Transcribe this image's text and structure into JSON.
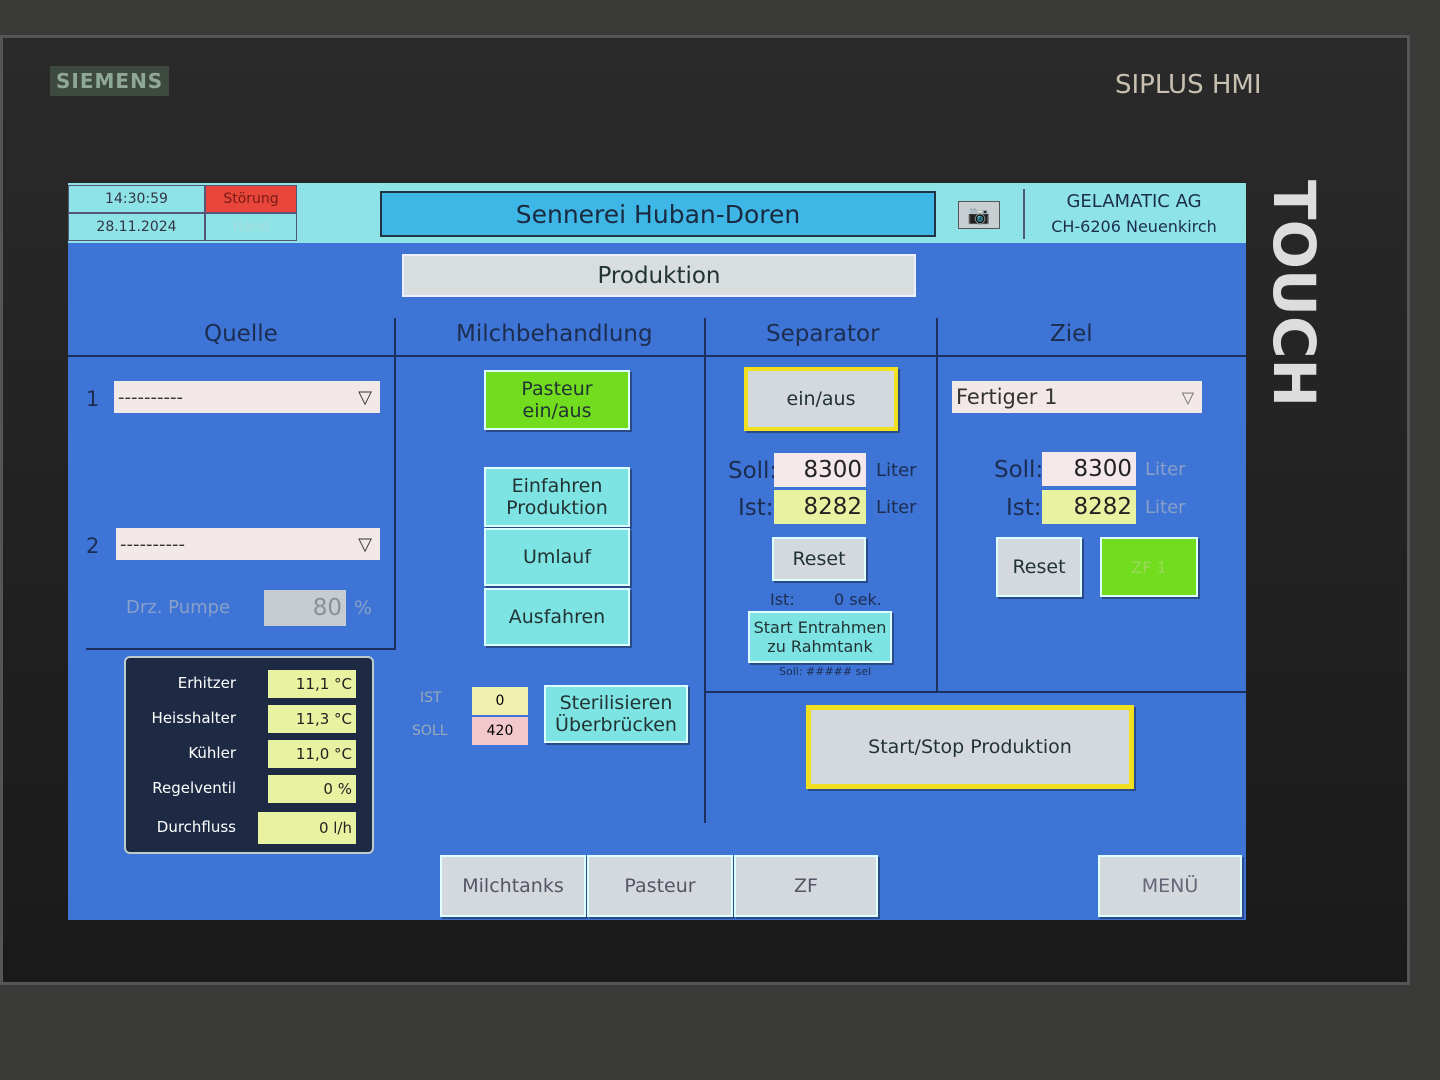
{
  "device": {
    "brand": "SIEMENS",
    "model": "SIPLUS HMI",
    "touch": "TOUCH"
  },
  "header": {
    "time": "14:30:59",
    "date": "28.11.2024",
    "fault": "Störung",
    "mode": "Hand",
    "title": "Sennerei Huban-Doren",
    "company": "GELAMATIC AG",
    "location": "CH-6206 Neuenkirch"
  },
  "page_title": "Produktion",
  "quelle": {
    "title": "Quelle",
    "row1_label": "1",
    "row1_value": "----------",
    "row2_label": "2",
    "row2_value": "----------",
    "pump_label": "Drz. Pumpe",
    "pump_value": "80",
    "pump_unit": "%"
  },
  "temps": [
    {
      "label": "Erhitzer",
      "value": "11,1 °C"
    },
    {
      "label": "Heisshalter",
      "value": "11,3 °C"
    },
    {
      "label": "Kühler",
      "value": "11,0 °C"
    },
    {
      "label": "Regelventil",
      "value": "0 %"
    },
    {
      "label": "Durchfluss",
      "value": "0 l/h"
    }
  ],
  "milch": {
    "title": "Milchbehandlung",
    "pasteur": "Pasteur ein/aus",
    "einfahren": "Einfahren Produktion",
    "umlauf": "Umlauf",
    "ausfahren": "Ausfahren",
    "ist_label": "IST",
    "ist_value": "0",
    "soll_label": "SOLL",
    "soll_value": "420",
    "steril": "Sterilisieren Überbrücken"
  },
  "separator": {
    "title": "Separator",
    "einaus": "ein/aus",
    "soll_label": "Soll:",
    "soll_value": "8300",
    "ist_label": "Ist:",
    "ist_value": "8282",
    "unit": "Liter",
    "reset": "Reset",
    "timer_label": "Ist:",
    "timer_value": "0 sek.",
    "entrahmen": "Start Entrahmen zu Rahmtank",
    "soll_time": "Soll: ##### sel"
  },
  "ziel": {
    "title": "Ziel",
    "target": "Fertiger 1",
    "soll_label": "Soll:",
    "soll_value": "8300",
    "ist_label": "Ist:",
    "ist_value": "8282",
    "unit": "Liter",
    "reset": "Reset",
    "zf_button": "ZF 1"
  },
  "startstop": "Start/Stop Produktion",
  "nav": [
    "Milchtanks",
    "Pasteur",
    "ZF",
    "MENÜ"
  ]
}
